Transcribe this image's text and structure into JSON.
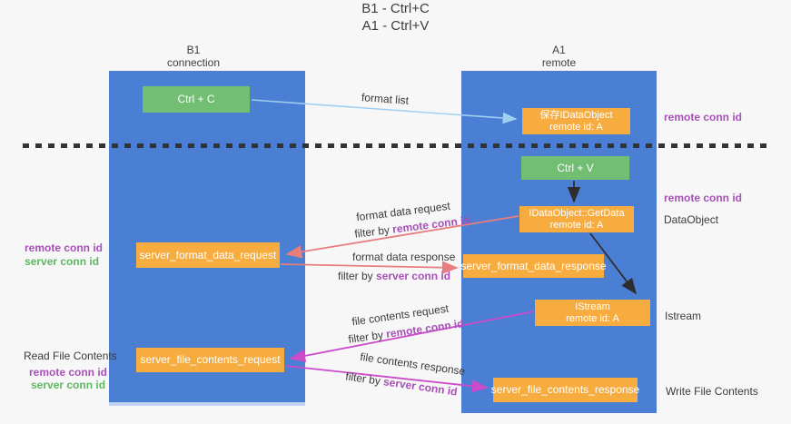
{
  "title": {
    "line1": "B1 - Ctrl+C",
    "line2": "A1 - Ctrl+V"
  },
  "lanes": {
    "left": {
      "name": "B1",
      "role": "connection"
    },
    "right": {
      "name": "A1",
      "role": "remote"
    }
  },
  "nodes": {
    "ctrl_c": "Ctrl + C",
    "ctrl_v": "Ctrl + V",
    "save_idataobject": {
      "title": "保存IDataObject",
      "subtitle": "remote id: A"
    },
    "getdata": {
      "title": "IDataObject::GetData",
      "subtitle": "remote id: A"
    },
    "istream": {
      "title": "IStream",
      "subtitle": "remote id: A"
    },
    "server_format_data_request": "server_format_data_request",
    "server_format_data_response": "server_format_data_response",
    "server_file_contents_request": "server_file_contents_request",
    "server_file_contents_response": "server_file_contents_response"
  },
  "flow_labels": {
    "format_list": "format list",
    "format_data_request": "format data request",
    "format_data_response": "format data response",
    "file_contents_request": "file contents request",
    "file_contents_response": "file contents response",
    "filter_by": "filter by",
    "remote_conn_id": "remote conn id",
    "server_conn_id": "server conn id"
  },
  "annotations": {
    "remote_conn_id": "remote conn id",
    "server_conn_id": "server conn id",
    "dataobject": "DataObject",
    "istream": "Istream",
    "read_file_contents": "Read File Contents",
    "write_file_contents": "Write File Contents"
  },
  "colors": {
    "lane_blue": "#4a7fd4",
    "node_orange": "#f7ac40",
    "node_green": "#72bf74",
    "arrow_light_blue": "#9fd0f2",
    "arrow_salmon": "#e87d7d",
    "arrow_magenta": "#cb4bcb",
    "arrow_black": "#2d2d2d",
    "text_purple": "#a750b8",
    "text_green": "#5cb860",
    "background": "#f7f7f8"
  }
}
